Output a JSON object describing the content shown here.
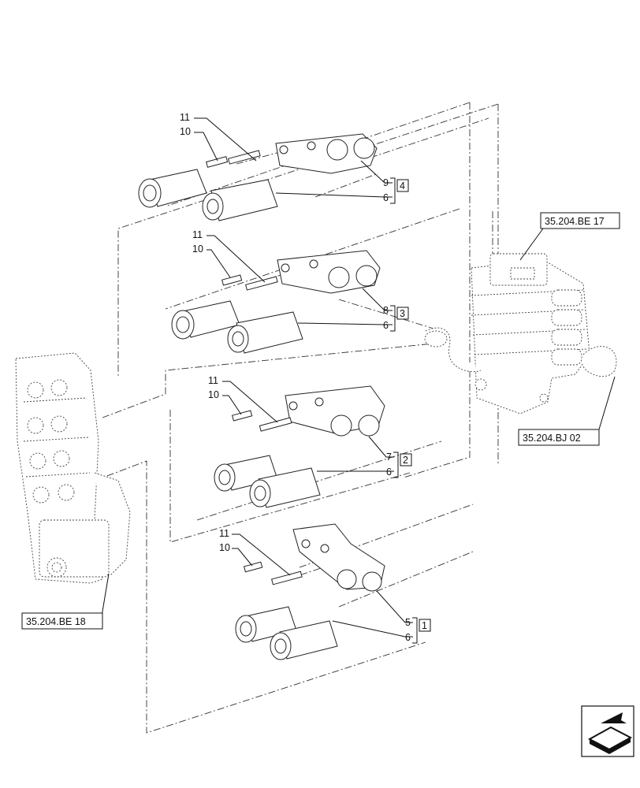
{
  "references": {
    "top_right": "35.204.BE 17",
    "right": "35.204.BJ 02",
    "left": "35.204.BE 18"
  },
  "groups": [
    {
      "key": "4",
      "bracket_label": "4",
      "item_top": "9",
      "item_bottom": "6",
      "screw_long": "11",
      "screw_short": "10"
    },
    {
      "key": "3",
      "bracket_label": "3",
      "item_top": "8",
      "item_bottom": "6",
      "screw_long": "11",
      "screw_short": "10"
    },
    {
      "key": "2",
      "bracket_label": "2",
      "item_top": "7",
      "item_bottom": "6",
      "screw_long": "11",
      "screw_short": "10"
    },
    {
      "key": "1",
      "bracket_label": "1",
      "item_top": "5",
      "item_bottom": "6",
      "screw_long": "11",
      "screw_short": "10"
    }
  ],
  "icons": {
    "nav_arrow": "next-page-arrow-icon"
  }
}
